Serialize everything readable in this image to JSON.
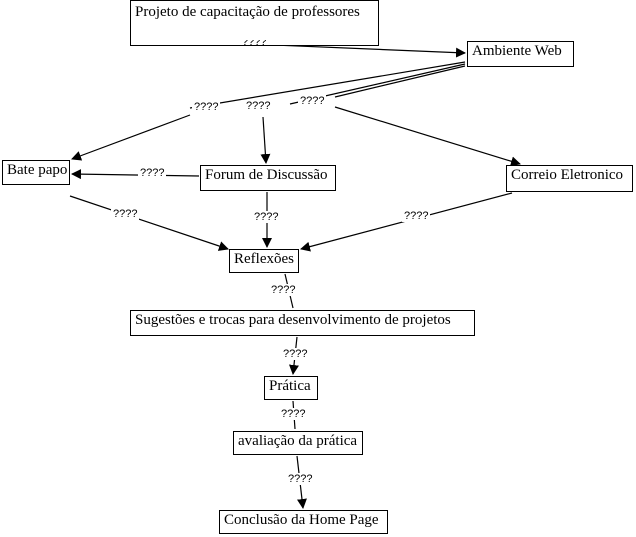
{
  "nodes": {
    "projeto": "Projeto de capacitação de professores",
    "ambiente": "Ambiente Web",
    "bate_papo": "Bate papo",
    "forum": "Forum de Discussão",
    "correio": "Correio Eletronico",
    "reflexoes": "Reflexões",
    "sugestoes": "Sugestões e trocas para desenvolvimento de projetos",
    "pratica": "Prática",
    "avaliacao": "avaliação da prática",
    "conclusao": "Conclusão da Home Page"
  },
  "link_labels": [
    "????",
    "????",
    "????",
    "????",
    "????",
    "????",
    "????",
    "????",
    "????",
    "????",
    "????"
  ]
}
